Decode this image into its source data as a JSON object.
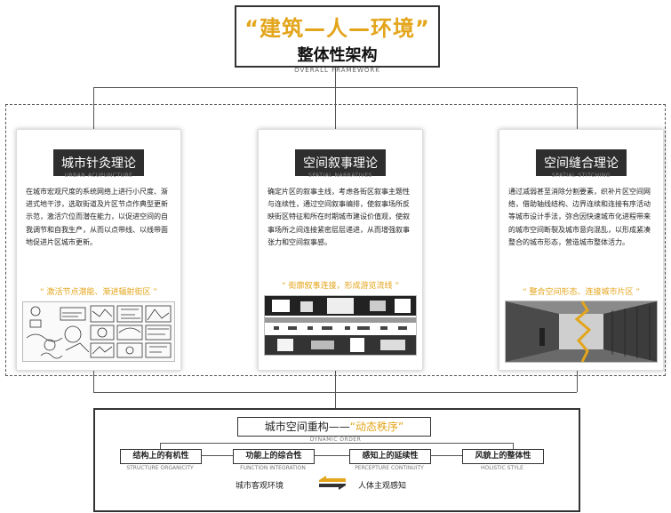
{
  "header": {
    "title_cn": "“建筑—人—环境”",
    "subtitle_cn": "整体性架构",
    "subtitle_en": "OVERALL FRAMEWORK"
  },
  "theories": [
    {
      "title": "城市针灸理论",
      "title_en": "URBAN ACUPUNCTURE",
      "body": "在城市宏观尺度的系统网络上进行小尺度、渐进式地干涉，选取街道及片区节点作典型更新示范，激活穴位而潜在能力，以促进空间的自我调节和自我生产，从而以点带线、以线带面地促进片区城市更新。",
      "quote": "“ 激活节点潜能、渐进辐射街区 ”"
    },
    {
      "title": "空间叙事理论",
      "title_en": "SPATIAL NARRATIVES",
      "body": "确定片区的叙事主线，考虑各街区叙事主题性与连续性，通过空间叙事编排，使叙事场所反映街区特征和所在时期城市建设价值观，使叙事场所之间连接紧密层层递进，从而增强叙事张力和空间叙事感。",
      "quote": "“ 街廓叙事连接，形成游览流线 ”"
    },
    {
      "title": "空间缝合理论",
      "title_en": "SPATIAL STITCHING",
      "body": "通过减弱甚至消除分割要素，织补片区空间网络，借助轴线结构、边界连续和连接有序活动等城市设计手法，弥合因快速城市化进程带来的城市空间断裂及城市意向混乱，以形成紧凑整合的城市形态，营造城市整体活力。",
      "quote": "“ 整合空间形态、连接城市片区 ”"
    }
  ],
  "reorganization": {
    "label": "城市空间重构——",
    "highlight": "“动态秩序”",
    "en": "DYNAMIC ORDER"
  },
  "principles": [
    {
      "cn": "结构上的有机性",
      "en": "STRUCTURE ORGANICITY"
    },
    {
      "cn": "功能上的综合性",
      "en": "FUNCTION INTEGRATION"
    },
    {
      "cn": "感知上的延续性",
      "en": "PERCEPTURE CONTINUITY"
    },
    {
      "cn": "风貌上的整体性",
      "en": "HOLISTIC STYLE"
    }
  ],
  "environment": {
    "left": "城市客观环境",
    "right": "人体主观感知"
  },
  "colors": {
    "accent": "#e3a51b",
    "dark": "#2e2e2e"
  }
}
